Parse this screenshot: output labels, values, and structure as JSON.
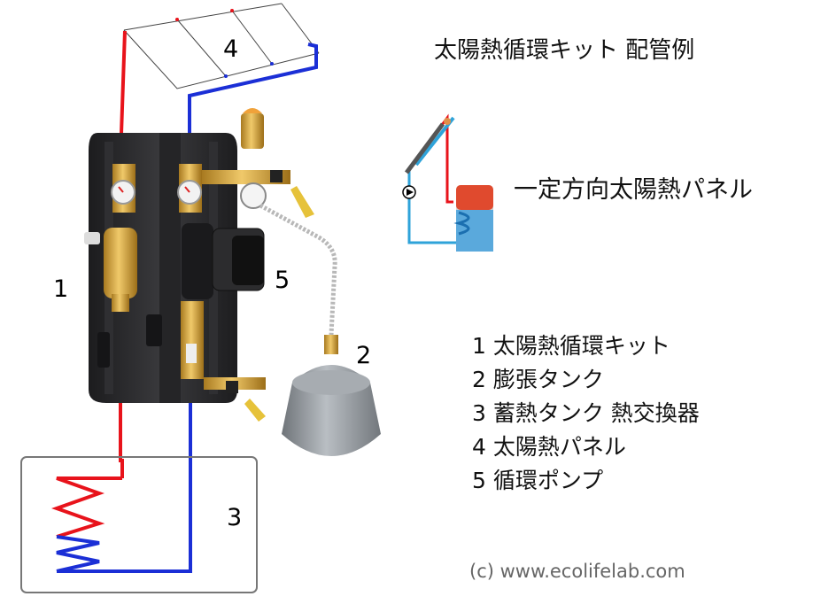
{
  "title": "太陽熱循環キット 配管例",
  "panel_label": "一定方向太陽熱パネル",
  "callouts": {
    "n1": "1",
    "n2": "2",
    "n3": "3",
    "n4": "4",
    "n5": "5"
  },
  "legend": [
    {
      "num": "1",
      "label": "太陽熱循環キット"
    },
    {
      "num": "2",
      "label": "膨張タンク"
    },
    {
      "num": "3",
      "label": "蓄熱タンク  熱交換器"
    },
    {
      "num": "4",
      "label": "太陽熱パネル"
    },
    {
      "num": "5",
      "label": "循環ポンプ"
    }
  ],
  "credit": "(c) www.ecolifelab.com",
  "colors": {
    "hot": "#e8131b",
    "cold": "#1b2fd6",
    "module": "#2b2b2d",
    "brass": "#d4a640",
    "tank_gray": "#9ea3a8",
    "pipe_light": "#2fa3d9"
  }
}
